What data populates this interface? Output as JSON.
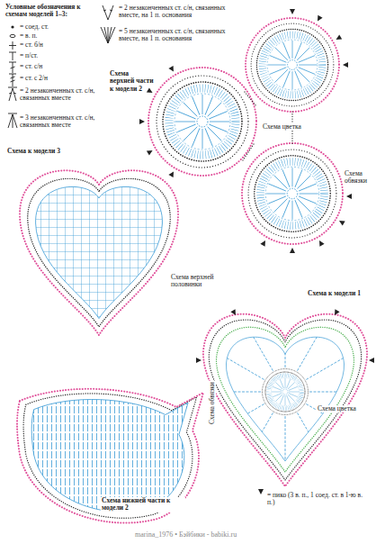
{
  "diagram": {
    "title": "Условные обозначения к схемам моделей 1–3:",
    "labels": [
      "Схема верхней части к модели 2",
      "Схема цветка",
      "Схема обвязки",
      "Схема к модели 3",
      "Схема верхней половинки",
      "Схема к модели 1",
      "Схема обвязки",
      "Схема цветка",
      "Схема нижней части к модели 2",
      "= пико (3 в. п., 1 соед. ст. в 1-ю в. п.)",
      "marina_1976 • Бэйбики - babiki.ru"
    ],
    "legend": [
      {
        "text": "= соед. ст."
      },
      {
        "text": "= в. п."
      },
      {
        "text": "= ст. б/н"
      },
      {
        "text": "= п/ст."
      },
      {
        "text": "= ст. с/н"
      },
      {
        "text": "= ст. с 2/н"
      },
      {
        "text": "= 2 незаконченных ст. с/н, связанных вместе"
      },
      {
        "text": "= 3 незаконченных ст. с/н, связанных вместе"
      },
      {
        "text": "= 2 незаконченных ст. с/н, связанных вместе, на 1 п. основания"
      },
      {
        "text": "= 5 незаконченных ст. с/н, связанных вместе, на 1 п. основания"
      }
    ]
  }
}
